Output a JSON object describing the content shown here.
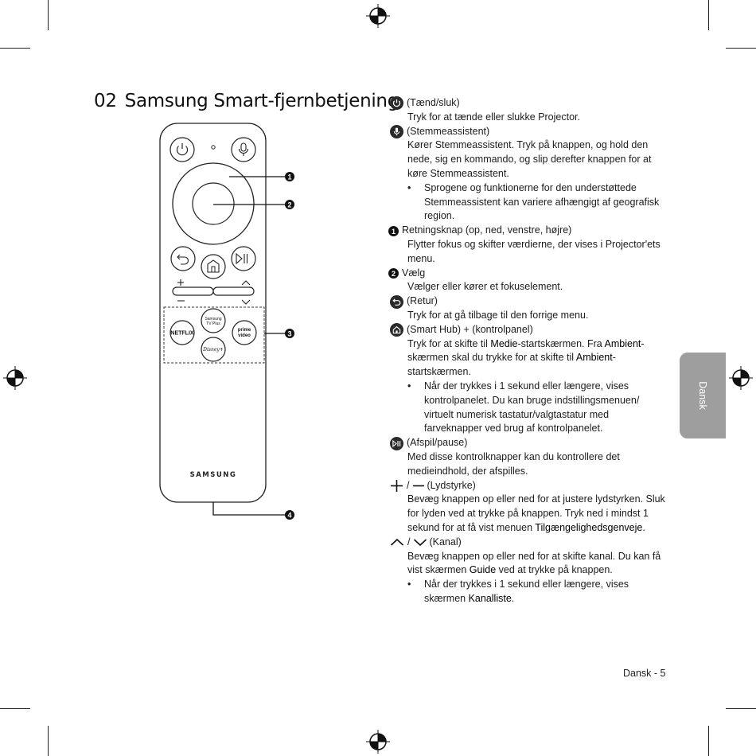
{
  "header": {
    "chapter_number": "02",
    "title": "Samsung Smart-fjernbetjening"
  },
  "remote": {
    "netflix_label": "NETFLIX",
    "samsung_tv_plus_line1": "Samsung",
    "samsung_tv_plus_line2": "TV Plus",
    "prime_line1": "prime",
    "prime_line2": "video",
    "disney_label": "Disney+",
    "brand": "SAMSUNG",
    "callouts": [
      "1",
      "2",
      "3",
      "4"
    ]
  },
  "items": {
    "power": {
      "title": "(Tænd/sluk)",
      "desc": "Tryk for at tænde eller slukke Projector."
    },
    "voice": {
      "title": "(Stemmeassistent)",
      "desc": "Kører Stemmeassistent. Tryk på knappen, og hold den nede, sig en kommando, og slip derefter knappen for at køre Stemmeassistent.",
      "bullet": "Sprogene og funktionerne for den understøttede Stemmeassistent kan variere afhængigt af geografisk region."
    },
    "direction": {
      "marker": "1",
      "title": "Retningsknap (op, ned, venstre, højre)",
      "desc": "Flytter fokus og skifter værdierne, der vises i Projector'ets menu."
    },
    "select": {
      "marker": "2",
      "title": "Vælg",
      "desc": "Vælger eller kører et fokuselement."
    },
    "return": {
      "title": "(Retur)",
      "desc": "Tryk for at gå tilbage til den forrige menu."
    },
    "home": {
      "title": "(Smart Hub) + (kontrolpanel)",
      "desc_parts": [
        "Tryk for at skifte til ",
        "Medie",
        "-startskærmen. Fra ",
        "Ambient",
        "-skærmen skal du trykke for at skifte til ",
        "Ambient",
        "-startskærmen."
      ],
      "bullet": "Når der trykkes i 1 sekund eller længere, vises kontrolpanelet. Du kan bruge indstillingsmenuen/ virtuelt numerisk tastatur/valgtastatur med farveknapper ved brug af kontrolpanelet."
    },
    "playpause": {
      "title": "(Afspil/pause)",
      "desc": "Med disse kontrolknapper kan du kontrollere det medieindhold, der afspilles."
    },
    "volume": {
      "separator": "/",
      "title": "(Lydstyrke)",
      "desc_parts": [
        "Bevæg knappen op eller ned for at justere lydstyrken. Sluk for lyden ved at trykke på knappen. Tryk ned i mindst 1 sekund for at få vist menuen ",
        "Tilgængelighedsgenveje",
        "."
      ]
    },
    "channel": {
      "separator": "/",
      "title": "(Kanal)",
      "desc_parts": [
        "Bevæg knappen op eller ned for at skifte kanal. Du kan få vist skærmen ",
        "Guide",
        " ved at trykke på knappen."
      ],
      "bullet_parts": [
        "Når der trykkes i 1 sekund eller længere, vises skærmen ",
        "Kanalliste",
        "."
      ]
    }
  },
  "side_tab": "Dansk",
  "footer": "Dansk - 5",
  "colors": {
    "text": "#1c1c1c",
    "side_tab": "#9e9e9e",
    "icon_fill": "#2a2a2a"
  }
}
